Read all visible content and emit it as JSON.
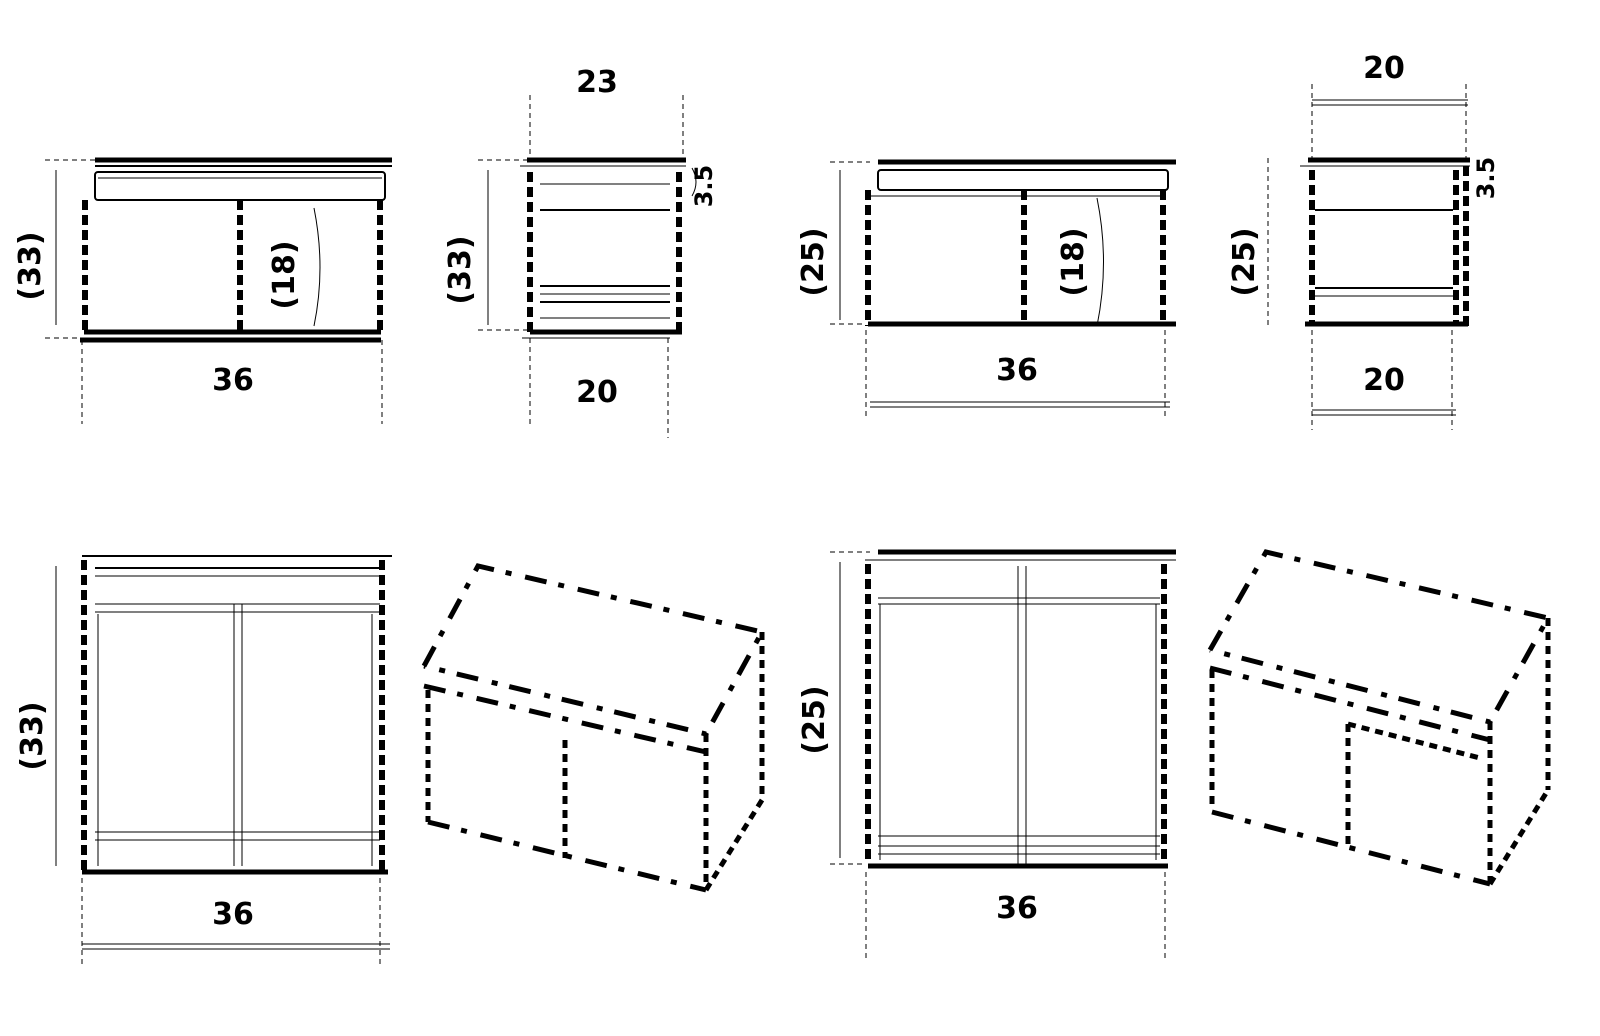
{
  "views": [
    {
      "id": "view-1-front",
      "dims": {
        "width": "36",
        "height": "(33)",
        "inner": "(18)"
      }
    },
    {
      "id": "view-1-side",
      "dims": {
        "depth_top": "23",
        "depth_bottom": "20",
        "shelf": "3.5",
        "height": "(33)"
      }
    },
    {
      "id": "view-2-front",
      "dims": {
        "width": "36",
        "height": "(25)",
        "inner": "(18)"
      }
    },
    {
      "id": "view-3-side",
      "dims": {
        "depth_top": "20",
        "depth_bottom": "20",
        "shelf": "3.5",
        "height": "(25)"
      }
    },
    {
      "id": "view-5-back",
      "dims": {
        "width": "36",
        "height": "(33)"
      }
    },
    {
      "id": "view-7-back",
      "dims": {
        "width": "36",
        "height": "(25)"
      }
    }
  ]
}
